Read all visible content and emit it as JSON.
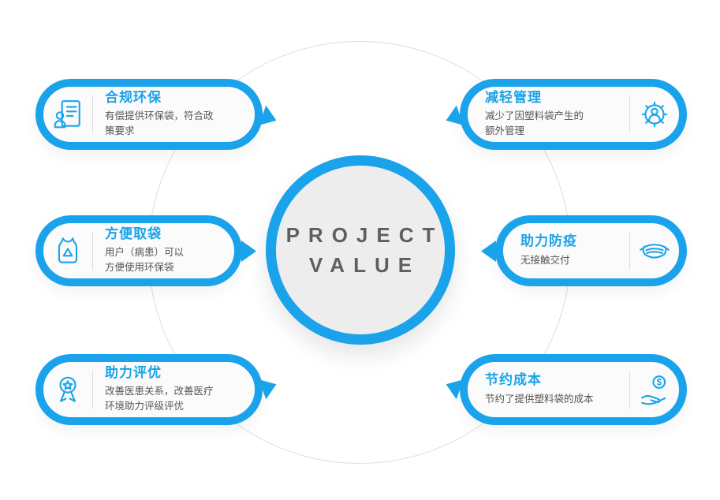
{
  "center": {
    "line1": "PROJECT",
    "line2": "VALUE"
  },
  "cards": [
    {
      "title": "合规环保",
      "desc": "有偿提供环保袋，符合政\n策要求",
      "icon": "stamp-icon",
      "side": "left"
    },
    {
      "title": "方便取袋",
      "desc": "用户（病患）可以\n方便使用环保袋",
      "icon": "recycle-bag-icon",
      "side": "left"
    },
    {
      "title": "助力评优",
      "desc": "改善医患关系，改善医疗\n环境助力评级评优",
      "icon": "medal-icon",
      "side": "left"
    },
    {
      "title": "减轻管理",
      "desc": "减少了因塑料袋产生的\n额外管理",
      "icon": "gear-user-icon",
      "side": "right"
    },
    {
      "title": "助力防疫",
      "desc": "无接触交付",
      "icon": "mask-icon",
      "side": "right"
    },
    {
      "title": "节约成本",
      "desc": "节约了提供塑料袋的成本",
      "icon": "coin-hand-icon",
      "side": "right"
    }
  ],
  "colors": {
    "accent": "#1AA3EA",
    "desc_text": "#555555",
    "center_text": "#5F5F5F",
    "center_fill": "#EDEDED",
    "outer_ring": "#DDDDDD",
    "card_fill": "#FBFBFB"
  }
}
